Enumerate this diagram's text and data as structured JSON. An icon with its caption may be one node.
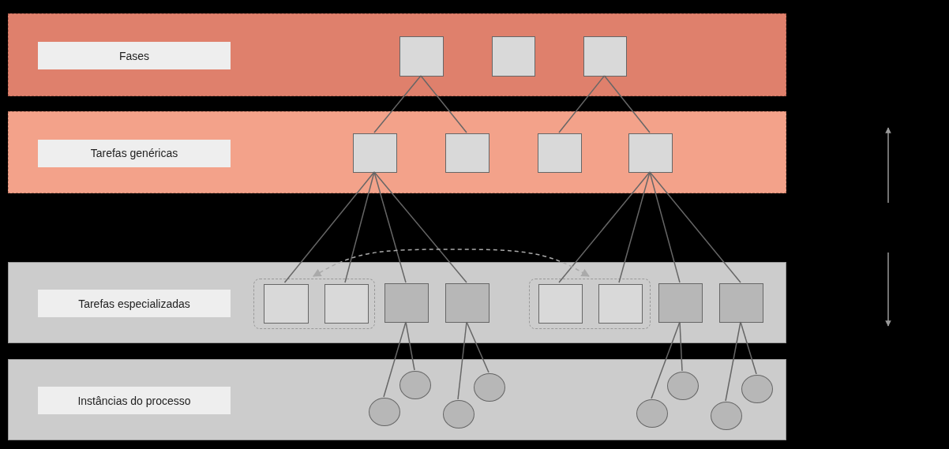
{
  "diagram": {
    "nodes": [
      {
        "text": [
          "Fases"
        ]
      },
      {
        "text": [],
        "shape": "box",
        "in": 0
      },
      {
        "text": [],
        "shape": "box",
        "in": 0
      },
      {
        "text": [],
        "shape": "box",
        "in": 0
      },
      {
        "text": [
          "Tarefas genéricas"
        ]
      },
      {
        "text": [],
        "shape": "box",
        "in": 4
      },
      {
        "text": [],
        "shape": "box",
        "in": 4
      },
      {
        "text": [],
        "shape": "box",
        "in": 4
      },
      {
        "text": [],
        "shape": "box",
        "in": 4
      },
      {
        "text": [
          "Tarefas especializadas"
        ]
      },
      {
        "text": [],
        "shape": "box",
        "in": 9
      },
      {
        "text": [],
        "shape": "box",
        "in": 10
      },
      {
        "text": [],
        "shape": "box",
        "in": 10
      },
      {
        "text": [],
        "shape": "box",
        "in": 9
      },
      {
        "text": [],
        "shape": "box",
        "in": 9
      },
      {
        "text": [],
        "shape": "box",
        "in": 9
      },
      {
        "text": [],
        "shape": "box",
        "in": 15
      },
      {
        "text": [],
        "shape": "box",
        "in": 15
      },
      {
        "text": [],
        "shape": "box",
        "in": 9
      },
      {
        "text": [],
        "shape": "box",
        "in": 9
      },
      {
        "text": [
          "Instâncias do processo"
        ]
      },
      {
        "text": [],
        "shape": "circle",
        "in": 20
      },
      {
        "text": [],
        "shape": "circle",
        "in": 20
      },
      {
        "text": [],
        "shape": "circle",
        "in": 20
      },
      {
        "text": [],
        "shape": "circle",
        "in": 20
      },
      {
        "text": [],
        "shape": "circle",
        "in": 20
      },
      {
        "text": [],
        "shape": "circle",
        "in": 20
      },
      {
        "text": [],
        "shape": "circle",
        "in": 20
      },
      {
        "text": [],
        "shape": "circle",
        "in": 20
      }
    ],
    "edges": [
      {
        "from": 1,
        "to": 5,
        "arrow": "none"
      },
      {
        "from": 1,
        "to": 6,
        "arrow": "none"
      },
      {
        "from": 3,
        "to": 7,
        "arrow": "none"
      },
      {
        "from": 3,
        "to": 8,
        "arrow": "none"
      },
      {
        "from": 5,
        "to": 11,
        "arrow": "none"
      },
      {
        "from": 5,
        "to": 12,
        "arrow": "none"
      },
      {
        "from": 5,
        "to": 13,
        "arrow": "none"
      },
      {
        "from": 5,
        "to": 14,
        "arrow": "none"
      },
      {
        "from": 8,
        "to": 16,
        "arrow": "none"
      },
      {
        "from": 8,
        "to": 17,
        "arrow": "none"
      },
      {
        "from": 8,
        "to": 18,
        "arrow": "none"
      },
      {
        "from": 8,
        "to": 19,
        "arrow": "none"
      },
      {
        "from": 13,
        "to": 21,
        "arrow": "none"
      },
      {
        "from": 13,
        "to": 22,
        "arrow": "none"
      },
      {
        "from": 14,
        "to": 23,
        "arrow": "none"
      },
      {
        "from": 14,
        "to": 24,
        "arrow": "none"
      },
      {
        "from": 18,
        "to": 25,
        "arrow": "none"
      },
      {
        "from": 18,
        "to": 26,
        "arrow": "none"
      },
      {
        "from": 19,
        "to": 27,
        "arrow": "none"
      },
      {
        "from": 19,
        "to": 28,
        "arrow": "none"
      },
      {
        "from": 10,
        "to": 15,
        "arrow": "both",
        "style": "dashed",
        "color": "#aaaaaa"
      }
    ]
  }
}
